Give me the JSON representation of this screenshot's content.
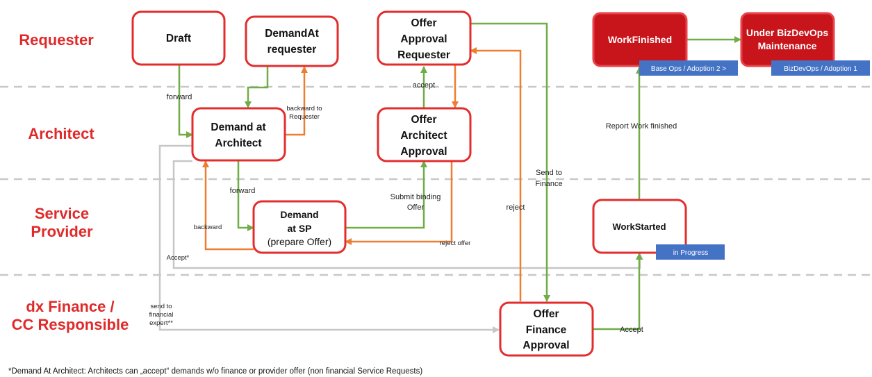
{
  "lanes": {
    "requester": "Requester",
    "architect": "Architect",
    "service_provider": [
      "Service",
      "Provider"
    ],
    "finance": [
      "dx Finance /",
      "CC Responsible"
    ]
  },
  "nodes": {
    "draft": [
      "Draft"
    ],
    "demand_at_requester": [
      "DemandAt",
      "requester"
    ],
    "offer_approval_requester": [
      "Offer",
      "Approval",
      "Requester"
    ],
    "work_finished": [
      "WorkFinished"
    ],
    "under_bizdevops": [
      "Under BizDevOps",
      "Maintenance"
    ],
    "demand_at_architect": [
      "Demand at",
      "Architect"
    ],
    "offer_architect_approval": [
      "Offer",
      "Architect",
      "Approval"
    ],
    "demand_at_sp": [
      "Demand",
      "at SP",
      "(prepare Offer)"
    ],
    "work_started": [
      "WorkStarted"
    ],
    "offer_finance_approval": [
      "Offer",
      "Finance",
      "Approval"
    ]
  },
  "badges": {
    "base_ops": "Base Ops / Adoption 2 >",
    "bizdevops": "BizDevOps / Adoption 1",
    "in_progress": "in Progress"
  },
  "edge_labels": {
    "forward_1": "forward",
    "backward_to_requester": [
      "backward to",
      "Requester"
    ],
    "accept_1": "accept",
    "forward_2": "forward",
    "backward": "backward",
    "submit_binding_offer": [
      "Submit binding",
      "Offer"
    ],
    "reject_offer": "reject offer",
    "send_to_finance": [
      "Send to",
      "Finance"
    ],
    "reject": "reject",
    "report_work_finished": "Report Work finished",
    "accept_star": "Accept*",
    "send_to_financial_expert": [
      "send to",
      "financial",
      "expert**"
    ],
    "accept_2": "Accept"
  },
  "footnote": "*Demand At Architect: Architects can „accept“ demands w/o finance or provider offer (non financial Service Requests)",
  "colors": {
    "lane_title": "#e02a2a",
    "node_border": "#e32d2d",
    "node_filled": "#c8151c",
    "forward_arrow": "#70ad47",
    "backward_arrow": "#ed7d31",
    "bypass_arrow": "#c7c7c7",
    "badge": "#4472c4",
    "separator": "#c8c8c8"
  }
}
